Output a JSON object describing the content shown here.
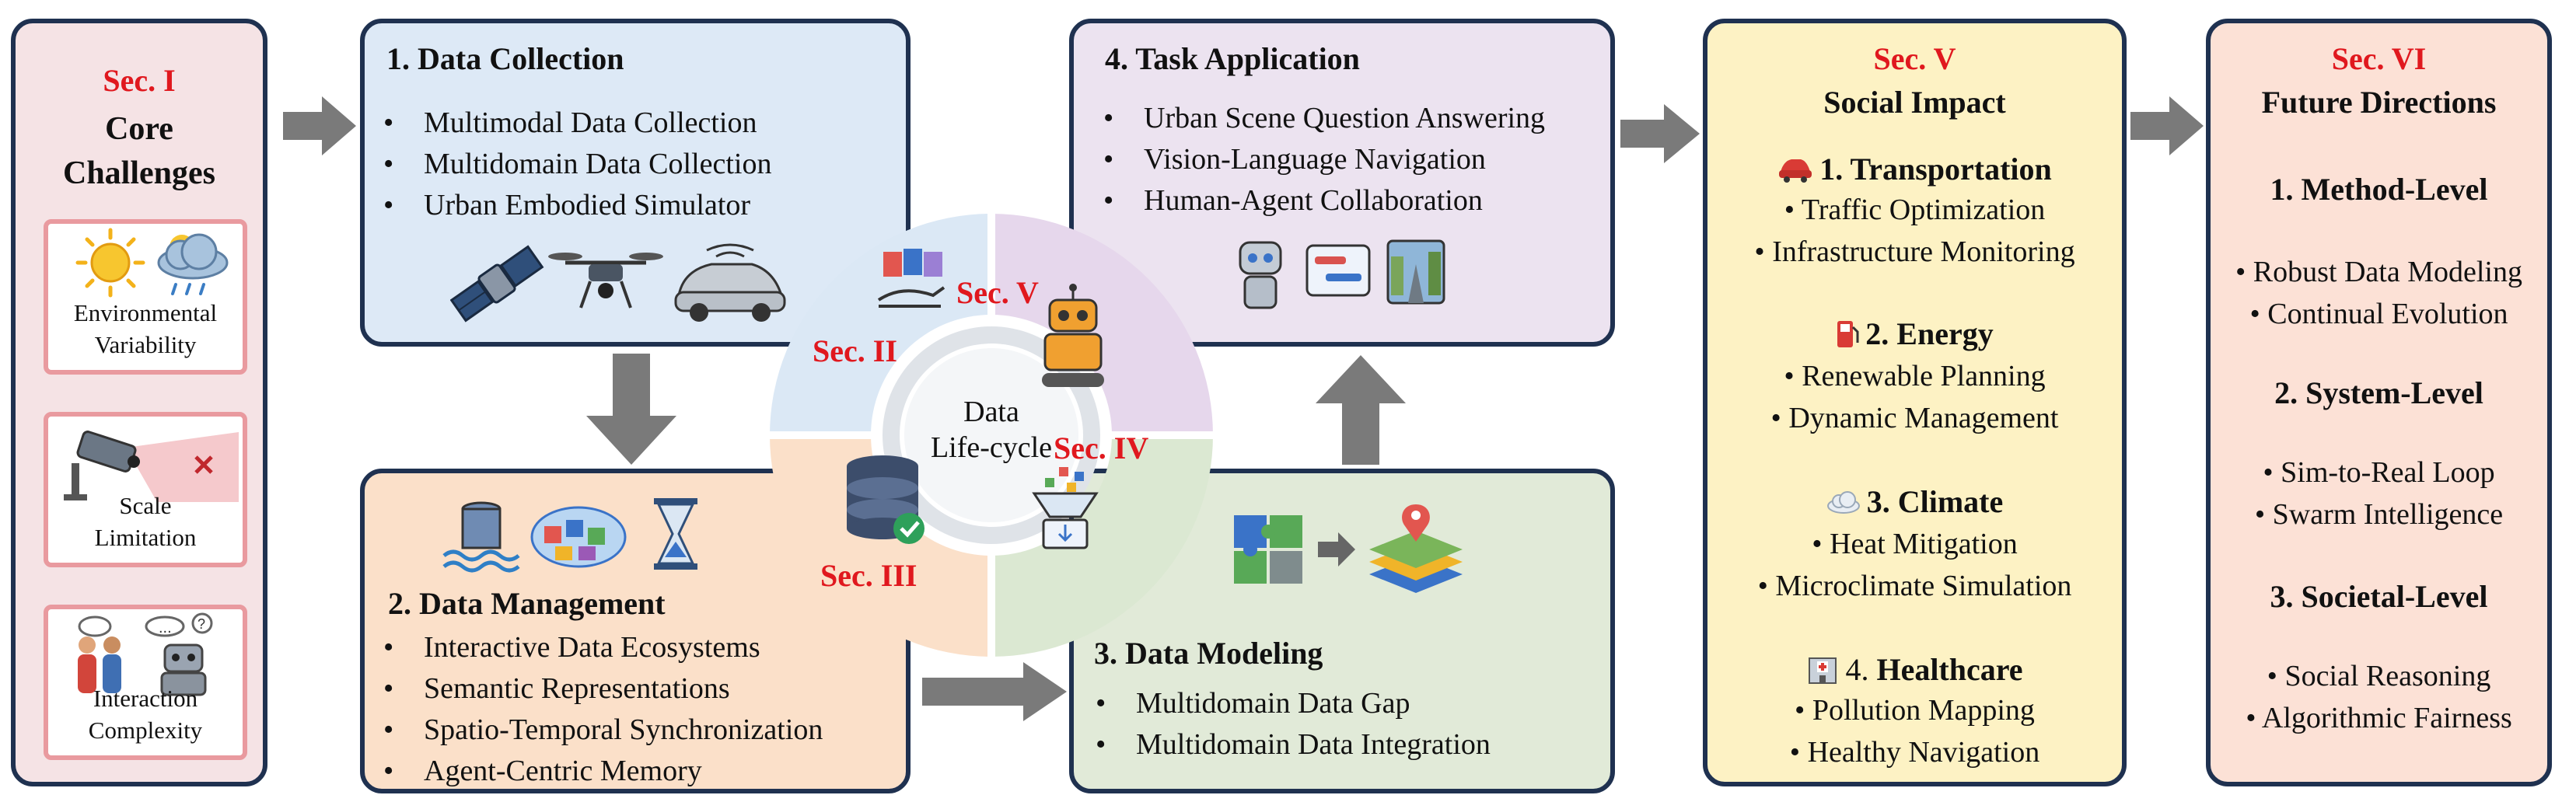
{
  "core": {
    "sec": "Sec. I",
    "title_1": "Core",
    "title_2": "Challenges",
    "items": [
      {
        "line1": "Environmental",
        "line2": "Variability"
      },
      {
        "line1": "Scale",
        "line2": "Limitation"
      },
      {
        "line1": "Interaction",
        "line2": "Complexity"
      }
    ]
  },
  "collection": {
    "title": "1. Data Collection",
    "items": [
      "Multimodal Data Collection",
      "Multidomain Data Collection",
      "Urban Embodied Simulator"
    ]
  },
  "management": {
    "title": "2. Data Management",
    "items": [
      "Interactive Data Ecosystems",
      "Semantic Representations",
      "Spatio-Temporal Synchronization",
      "Agent-Centric Memory"
    ]
  },
  "modeling": {
    "title": "3. Data Modeling",
    "items": [
      "Multidomain Data Gap",
      "Multidomain Data Integration"
    ]
  },
  "application": {
    "title": "4. Task Application",
    "items": [
      "Urban Scene Question Answering",
      "Vision-Language Navigation",
      "Human-Agent Collaboration"
    ]
  },
  "lifecycle": {
    "center_1": "Data",
    "center_2": "Life-cycle",
    "sec_ii": "Sec. II",
    "sec_iii": "Sec. III",
    "sec_iv": "Sec. IV",
    "sec_v": "Sec. V"
  },
  "social": {
    "sec": "Sec. V",
    "title": "Social Impact",
    "groups": [
      {
        "title": "1. Transportation",
        "items": [
          "Traffic Optimization",
          "Infrastructure Monitoring"
        ]
      },
      {
        "title": "2. Energy",
        "items": [
          "Renewable Planning",
          "Dynamic Management"
        ]
      },
      {
        "title": "3. Climate",
        "items": [
          "Heat Mitigation",
          "Microclimate Simulation"
        ]
      },
      {
        "num": "4.",
        "title": "Healthcare",
        "items": [
          "Pollution Mapping",
          "Healthy Navigation"
        ]
      }
    ]
  },
  "future": {
    "sec": "Sec. VI",
    "title": "Future Directions",
    "groups": [
      {
        "title": "1. Method-Level",
        "items": [
          "Robust Data Modeling",
          "Continual Evolution"
        ]
      },
      {
        "title": "2. System-Level",
        "items": [
          "Sim-to-Real Loop",
          "Swarm Intelligence"
        ]
      },
      {
        "title": "3. Societal-Level",
        "items": [
          "Social Reasoning",
          "Algorithmic Fairness"
        ]
      }
    ]
  },
  "colors": {
    "border": "#1f3150",
    "sec_red": "#e0181e",
    "arrow": "#7a7a7a"
  }
}
